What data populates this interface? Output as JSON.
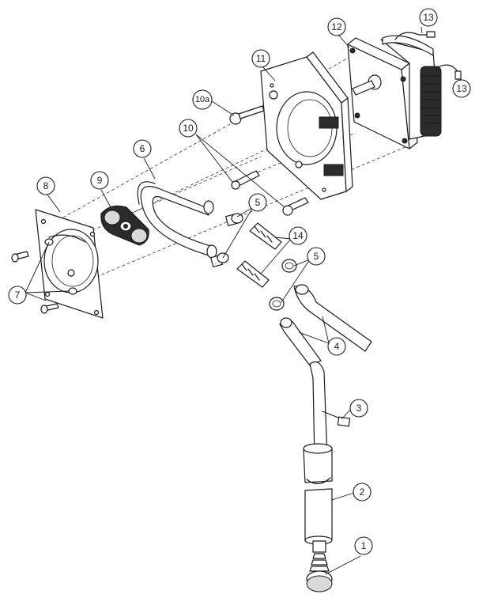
{
  "callouts": {
    "c1": "1",
    "c2": "2",
    "c3": "3",
    "c4": "4",
    "c5a": "5",
    "c5b": "5",
    "c6": "6",
    "c7": "7",
    "c8": "8",
    "c9": "9",
    "c10": "10",
    "c10a": "10a",
    "c11": "11",
    "c12": "12",
    "c13a": "13",
    "c13b": "13",
    "c14": "14"
  }
}
